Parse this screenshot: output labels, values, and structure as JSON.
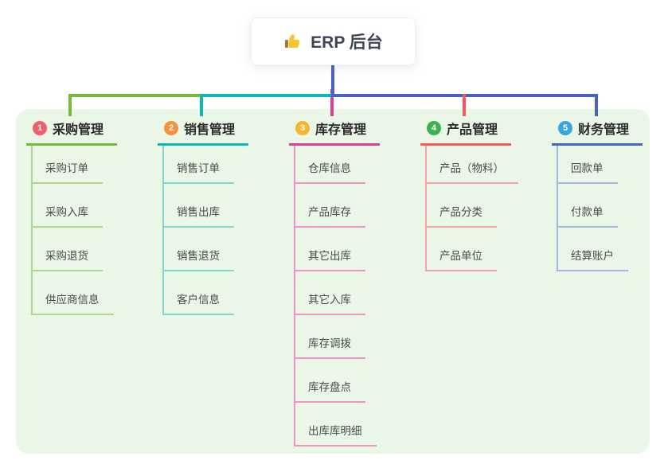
{
  "root": {
    "label": "ERP 后台",
    "icon": "thumbs-up-icon"
  },
  "colors": {
    "page_background": "#ffffff",
    "panel_background": "#ebf7e6",
    "root_stem": "#4a62c5",
    "root_card_background": "#ffffff"
  },
  "branches": [
    {
      "num": "1",
      "title": "采购管理",
      "color": "#77b83d",
      "light": "#abd98b",
      "badge": "#f25d6b",
      "items": [
        "采购订单",
        "采购入库",
        "采购退货",
        "供应商信息"
      ]
    },
    {
      "num": "2",
      "title": "销售管理",
      "color": "#10b7b2",
      "light": "#82d6d0",
      "badge": "#f6913e",
      "items": [
        "销售订单",
        "销售出库",
        "销售退货",
        "客户信息"
      ]
    },
    {
      "num": "3",
      "title": "库存管理",
      "color": "#dd3d92",
      "light": "#f194c4",
      "badge": "#f8b62d",
      "items": [
        "仓库信息",
        "产品库存",
        "其它出库",
        "其它入库",
        "库存调拨",
        "库存盘点",
        "出库库明细"
      ]
    },
    {
      "num": "4",
      "title": "产品管理",
      "color": "#f8575f",
      "light": "#f7a3a3",
      "badge": "#3bb450",
      "items": [
        "产品（物料）",
        "产品分类",
        "产品单位"
      ]
    },
    {
      "num": "5",
      "title": "财务管理",
      "color": "#4a62c5",
      "light": "#a2b8e2",
      "badge": "#36a6dc",
      "items": [
        "回款单",
        "付款单",
        "结算账户"
      ]
    }
  ]
}
